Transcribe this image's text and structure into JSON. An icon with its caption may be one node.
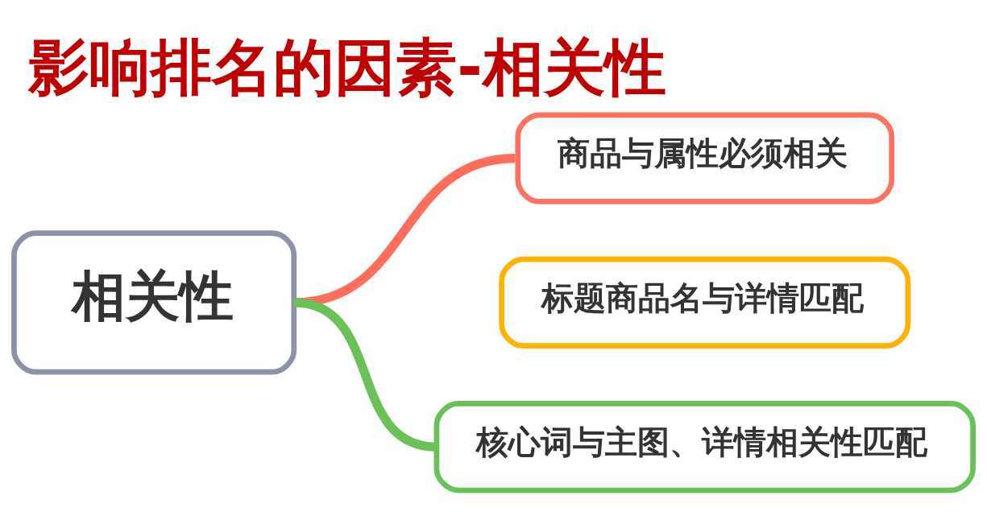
{
  "diagram": {
    "title": "影响排名的因素-相关性",
    "nodes": [
      {
        "text": [
          "相关性"
        ]
      },
      {
        "text": [
          "商品与属性必须相关"
        ]
      },
      {
        "text": [
          "标题商品名与详情匹配"
        ]
      },
      {
        "text": [
          "核心词与主图、详情相关性匹配"
        ]
      }
    ],
    "edges": [
      {
        "from": 0,
        "to": 1,
        "arrow": "none",
        "color": "#ff6e5c"
      },
      {
        "from": 0,
        "to": 3,
        "arrow": "none",
        "color": "#6cc05a"
      }
    ]
  }
}
